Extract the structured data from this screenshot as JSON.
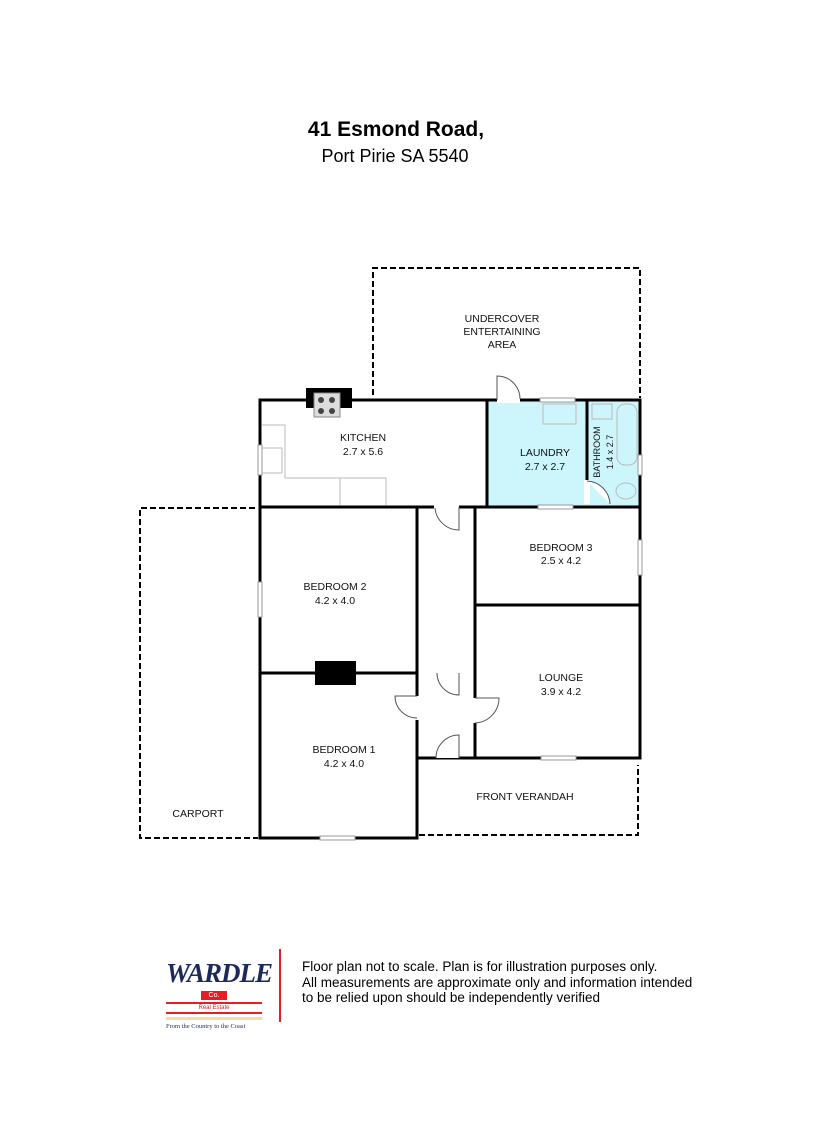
{
  "header": {
    "address_line1": "41 Esmond Road,",
    "address_line2": "Port Pirie SA 5540"
  },
  "rooms": {
    "undercover": [
      "UNDERCOVER",
      "ENTERTAINING",
      "AREA"
    ],
    "kitchen": {
      "name": "KITCHEN",
      "size": "2.7 x 5.6"
    },
    "laundry": {
      "name": "LAUNDRY",
      "size": "2.7 x 2.7"
    },
    "bathroom": {
      "name": "BATHROOM",
      "size": "1.4 x 2.7"
    },
    "bedroom3": {
      "name": "BEDROOM 3",
      "size": "2.5 x 4.2"
    },
    "bedroom2": {
      "name": "BEDROOM 2",
      "size": "4.2 x 4.0"
    },
    "lounge": {
      "name": "LOUNGE",
      "size": "3.9 x 4.2"
    },
    "bedroom1": {
      "name": "BEDROOM 1",
      "size": "4.2 x 4.0"
    },
    "carport": {
      "name": "CARPORT"
    },
    "verandah": {
      "name": "FRONT VERANDAH"
    }
  },
  "colors": {
    "laundry_fill": "#ccf6fb",
    "brand_red": "#e31e24",
    "brand_navy": "#1c2a5a"
  },
  "logo": {
    "word": "WARDLE",
    "co": "Co.",
    "sub": "Real Estate",
    "tagline": "From the Country to the Coast"
  },
  "footer": {
    "disclaimer": [
      "Floor plan not to scale. Plan is for illustration purposes only.",
      "All measurements are approximate only and information intended",
      "to be relied upon should be independently verified"
    ]
  }
}
